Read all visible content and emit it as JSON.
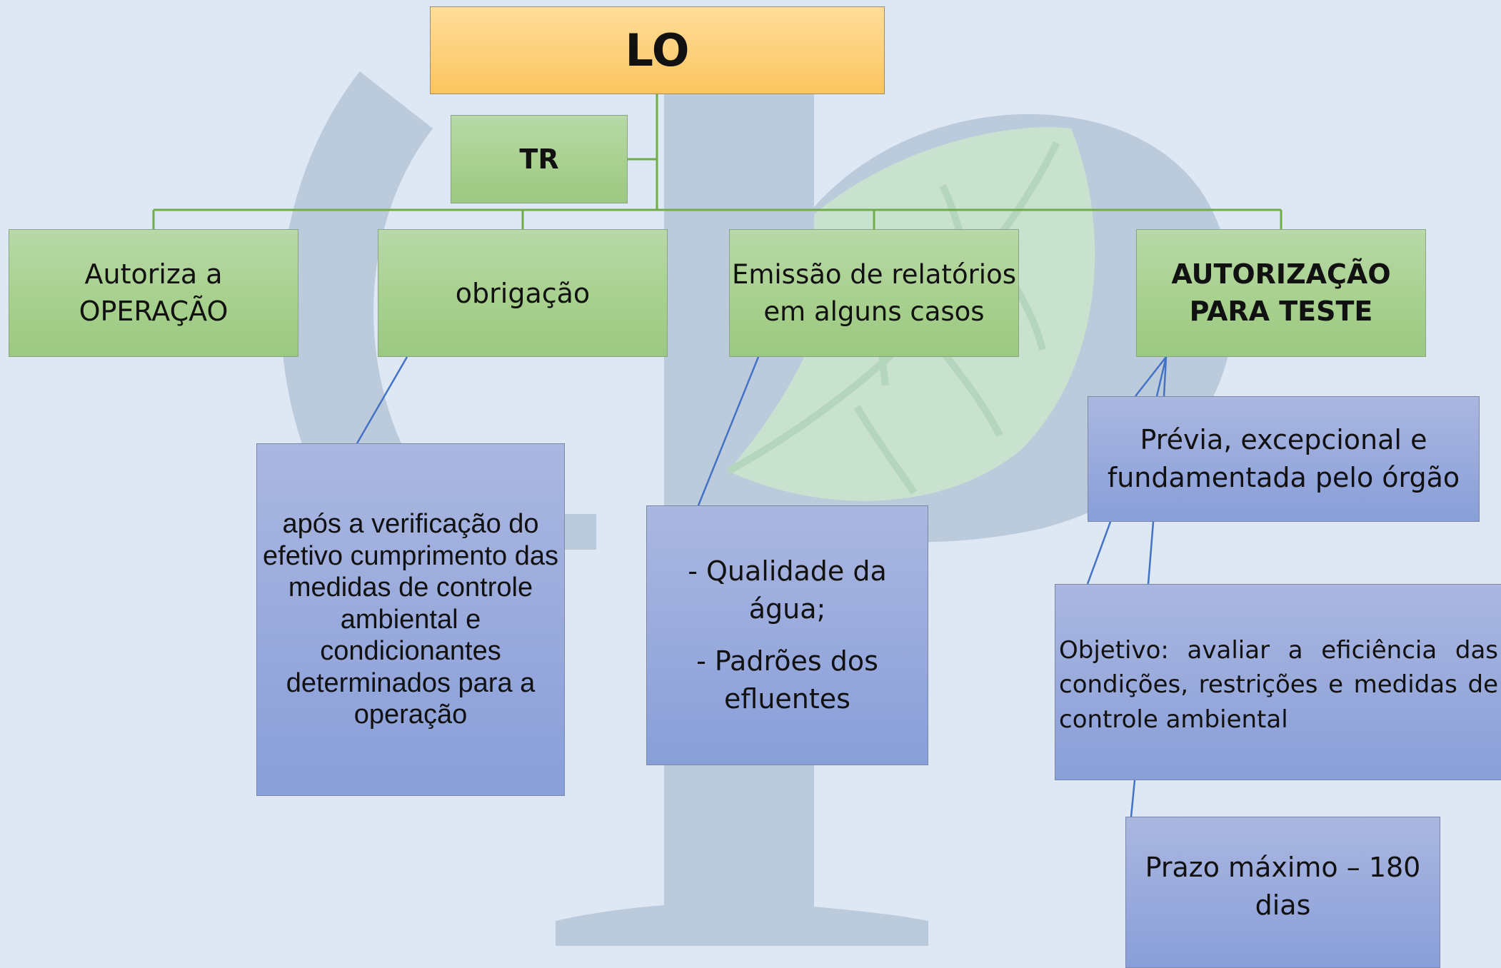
{
  "diagram": {
    "root": {
      "label": "LO"
    },
    "tr": {
      "label": "TR"
    },
    "branches": [
      {
        "id": "autoriza",
        "lines": [
          "Autoriza a",
          "OPERAÇÃO"
        ]
      },
      {
        "id": "obrigacao",
        "label": "obrigação"
      },
      {
        "id": "emissao",
        "lines": [
          "Emissão de",
          "relatórios em alguns",
          "casos"
        ]
      },
      {
        "id": "autorizacao-teste",
        "lines": [
          "AUTORIZAÇÃO",
          "PARA TESTE"
        ]
      }
    ],
    "details": {
      "apos": [
        "após a verificação do",
        "efetivo cumprimento",
        "das medidas de",
        "controle ambiental e",
        "condicionantes",
        "determinados para a",
        "operação"
      ],
      "qualidade": [
        "- Qualidade da",
        "água;",
        "- Padrões dos",
        "efluentes"
      ],
      "previa": [
        "Prévia, excepcional e",
        "fundamentada pelo órgão"
      ],
      "objetivo": "Objetivo: avaliar a eficiência das condições, restrições e medidas de controle ambiental",
      "prazo": [
        "Prazo máximo – 180",
        "dias"
      ]
    },
    "colors": {
      "background": "#dde8f4",
      "root_fill": "#fdd07a",
      "level_fill": "#a8d08e",
      "detail_fill": "#98a9dc",
      "green_connector": "#70ad47",
      "blue_connector": "#4472c4",
      "watermark": "#b9cadb",
      "leaf": "#c6e0cc"
    }
  }
}
